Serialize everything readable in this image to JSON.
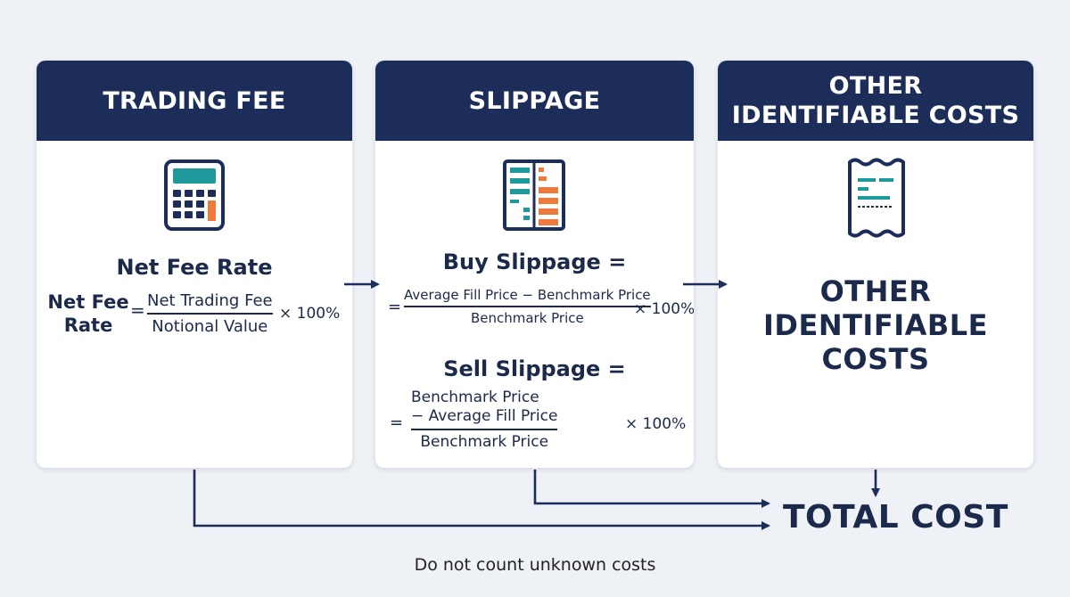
{
  "cards": {
    "trading_fee": {
      "title": "TRADING FEE",
      "icon": "calculator-icon",
      "subtitle": "Net Fee Rate",
      "lhs_line1": "Net Fee",
      "lhs_line2": "Rate",
      "equals": "=",
      "numerator": "Net Trading Fee",
      "denominator": "Notional Value",
      "multiplier": "× 100%"
    },
    "slippage": {
      "title": "SLIPPAGE",
      "icon": "order-book-icon",
      "buy_title": "Buy Slippage =",
      "buy_equals": "=",
      "buy_numerator": "Average Fill Price − Benchmark Price",
      "buy_denominator": "Benchmark Price",
      "buy_multiplier": "× 100%",
      "sell_title": "Sell Slippage =",
      "sell_equals": "=",
      "sell_numerator_line1": "Benchmark Price",
      "sell_numerator_line2": "− Average Fill Price",
      "sell_denominator": "Benchmark Price",
      "sell_multiplier": "× 100%"
    },
    "other": {
      "title_line1": "OTHER",
      "title_line2": "IDENTIFIABLE COSTS",
      "icon": "receipt-icon",
      "body_line1": "OTHER",
      "body_line2": "IDENTIFIABLE",
      "body_line3": "COSTS"
    }
  },
  "total_cost": "TOTAL COST",
  "footnote": "Do not count unknown costs",
  "colors": {
    "header": "#1b2d58",
    "text": "#1b2a4a",
    "teal": "#1f9a9a",
    "orange": "#ef7a3b",
    "background": "#eef1f5"
  }
}
